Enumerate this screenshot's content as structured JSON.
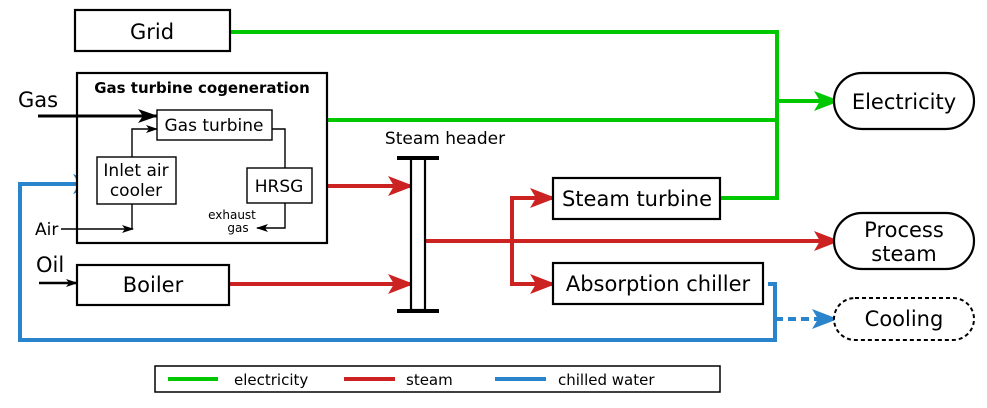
{
  "diagram": {
    "nodes": {
      "grid": "Grid",
      "gt_cogen_title": "Gas turbine cogeneration",
      "gas_turbine": "Gas turbine",
      "inlet_air_cooler_l1": "Inlet air",
      "inlet_air_cooler_l2": "cooler",
      "hrsg": "HRSG",
      "exhaust_l1": "exhaust",
      "exhaust_l2": "gas",
      "boiler": "Boiler",
      "steam_header": "Steam header",
      "steam_turbine": "Steam turbine",
      "absorption_chiller": "Absorption chiller",
      "electricity": "Electricity",
      "process_steam_l1": "Process",
      "process_steam_l2": "steam",
      "cooling": "Cooling"
    },
    "inputs": {
      "gas": "Gas",
      "air": "Air",
      "oil": "Oil"
    },
    "colors": {
      "electricity": "#00c800",
      "steam": "#cc2222",
      "chilled_water": "#2a84cc"
    },
    "legend": [
      {
        "label": "electricity",
        "color": "#00c800"
      },
      {
        "label": "steam",
        "color": "#cc2222"
      },
      {
        "label": "chilled water",
        "color": "#2a84cc"
      }
    ]
  }
}
